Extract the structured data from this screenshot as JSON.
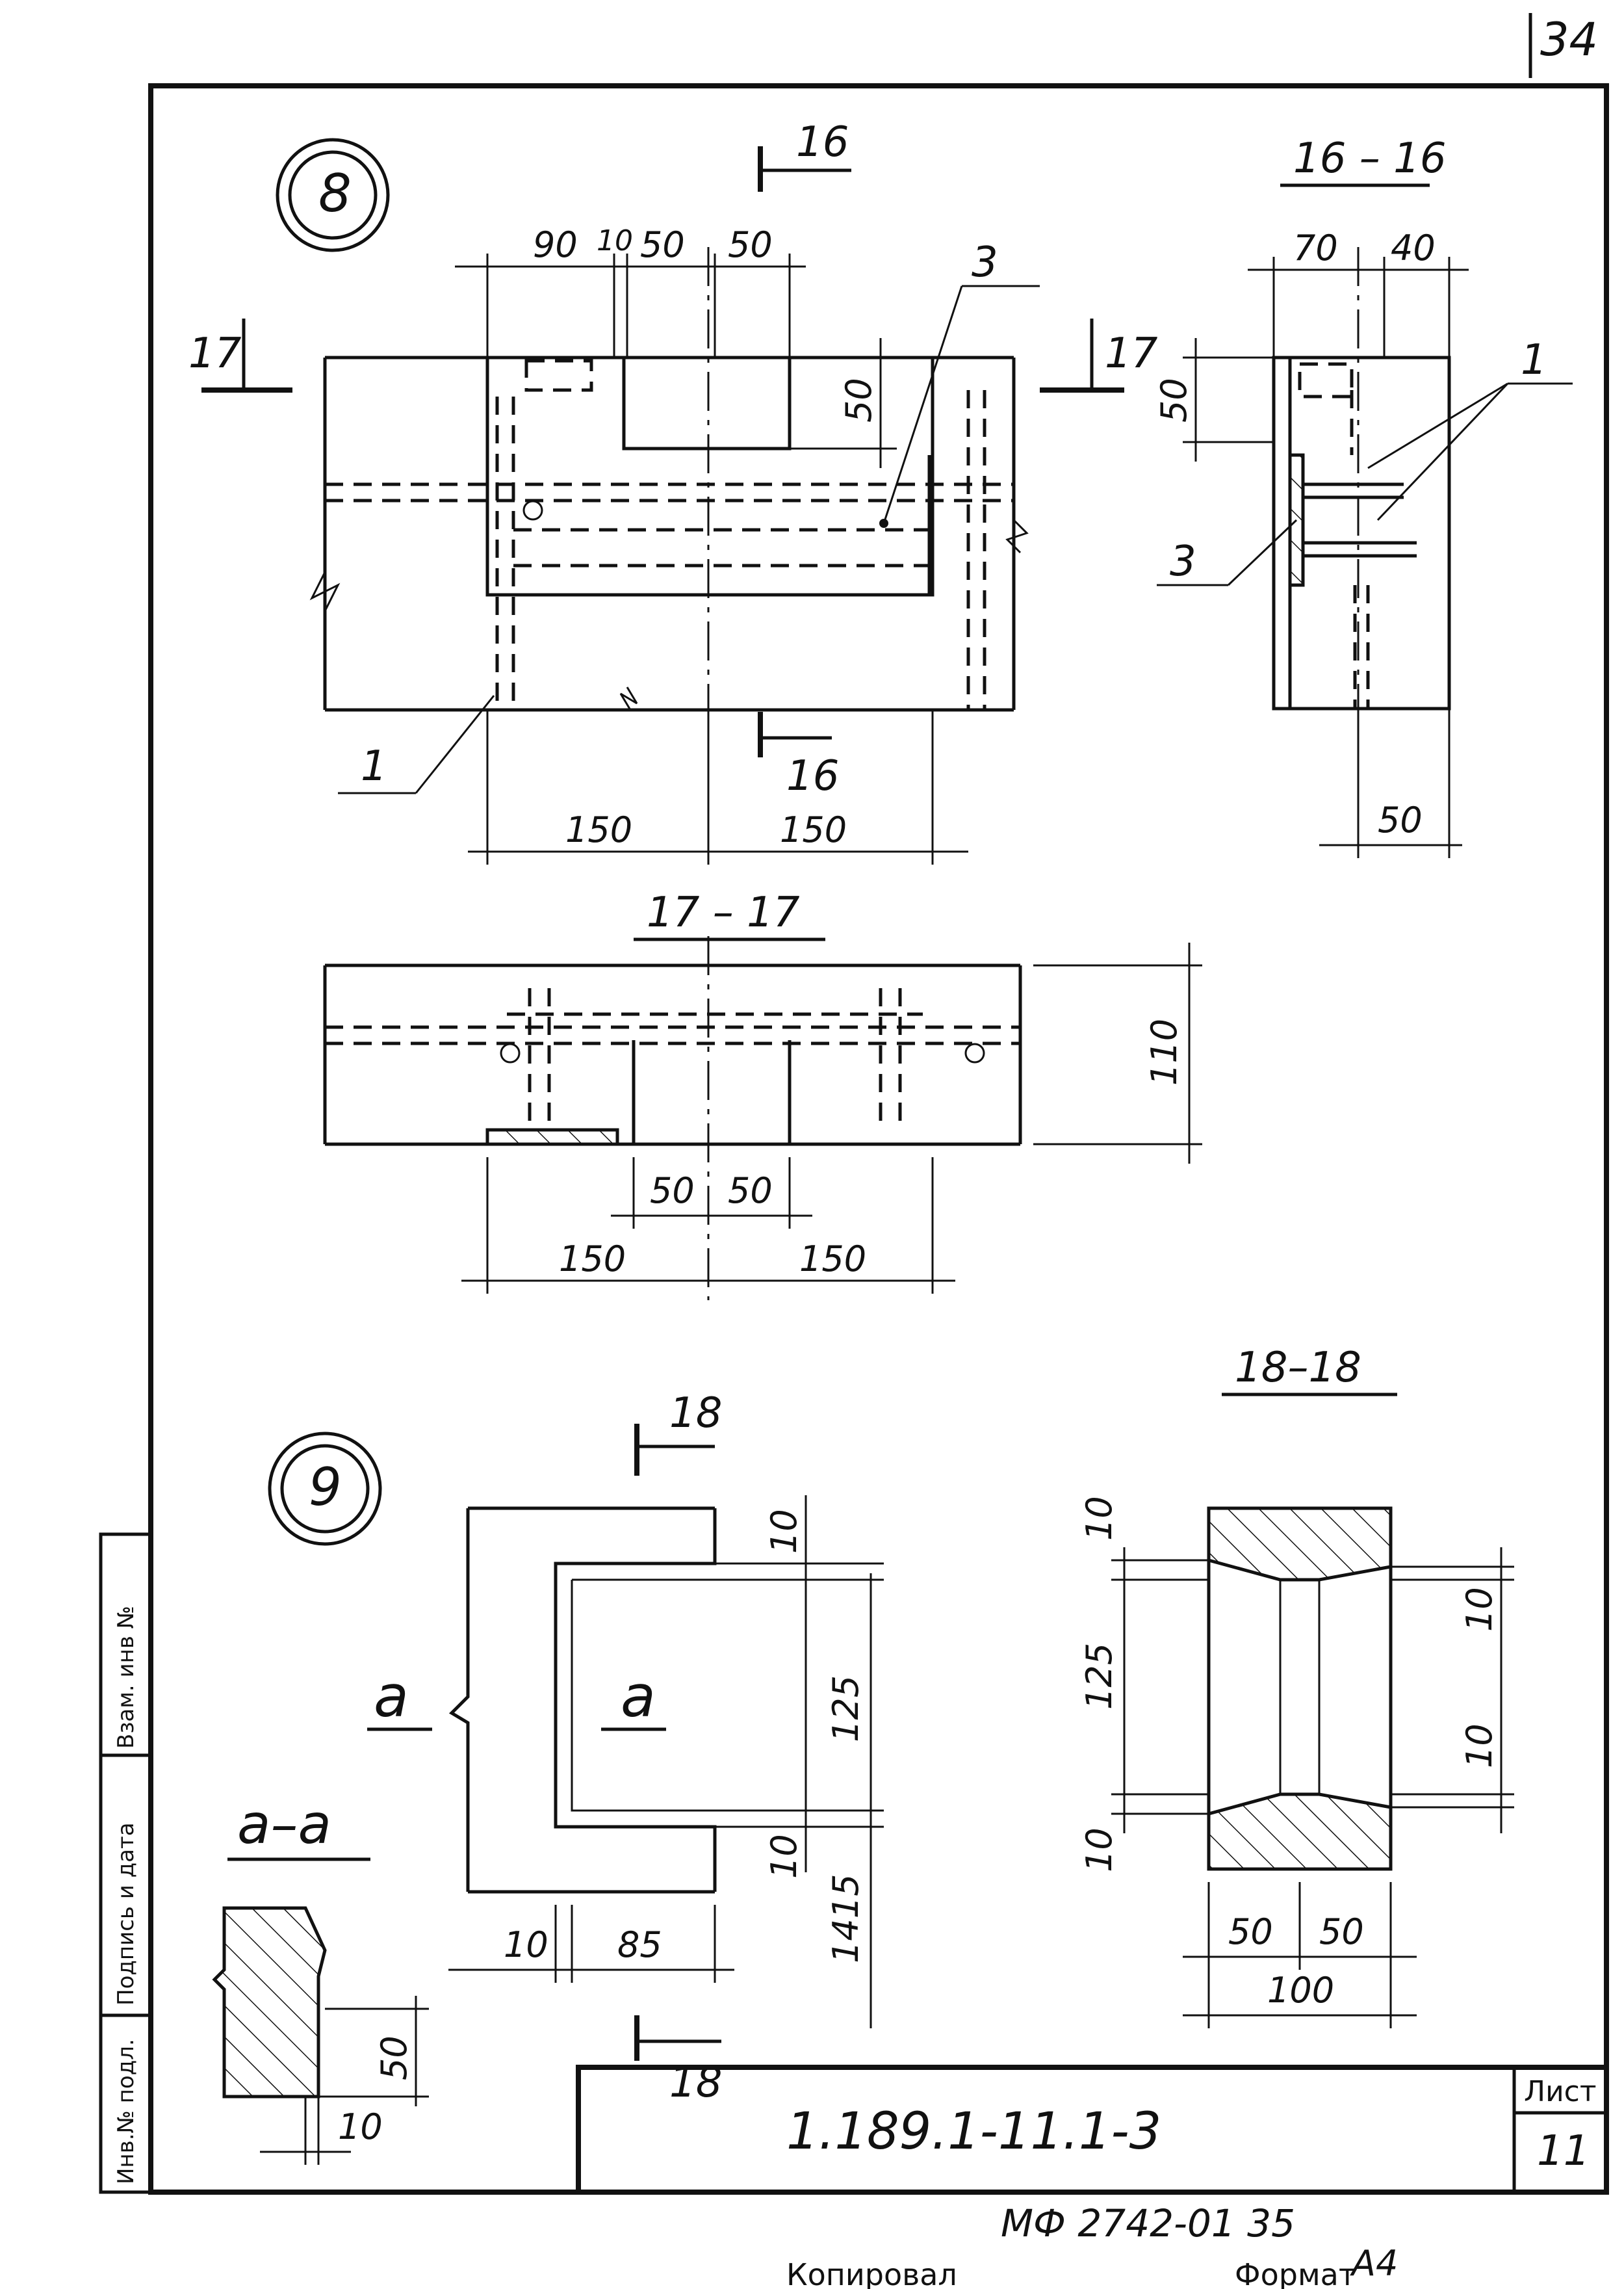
{
  "page_number": "34",
  "detail_8": {
    "circle_label": "8",
    "section_16_top": "16",
    "section_16_bottom": "16",
    "section_17_left": "17",
    "section_17_right": "17",
    "callouts": {
      "part_3": "3",
      "part_1": "1"
    },
    "dims": {
      "d90": "90",
      "d10": "10",
      "d50a": "50",
      "d50b": "50",
      "d50v": "50",
      "d150a": "150",
      "d150b": "150"
    }
  },
  "section_16_16": {
    "title": "16 – 16",
    "dims": {
      "d70": "70",
      "d40": "40",
      "d50v": "50",
      "d50b": "50"
    },
    "callouts": {
      "part_1": "1",
      "part_3": "3"
    }
  },
  "section_17_17": {
    "title": "17 – 17",
    "dims": {
      "d110": "110",
      "d50a": "50",
      "d50b": "50",
      "d150a": "150",
      "d150b": "150"
    }
  },
  "detail_9": {
    "circle_label": "9",
    "section_18_top": "18",
    "section_18_bottom": "18",
    "view_a_left": "a",
    "view_a_inner": "a",
    "dims": {
      "d10a": "10",
      "d125": "125",
      "d10b": "10",
      "d1415": "1415",
      "d10c": "10",
      "d85": "85"
    }
  },
  "section_a_a": {
    "title": "a–a",
    "dims": {
      "d50": "50",
      "d10": "10"
    }
  },
  "section_18_18": {
    "title": "18–18",
    "dims": {
      "d10_tl": "10",
      "d125": "125",
      "d10_bl": "10",
      "d10_tr": "10",
      "d10_br": "10",
      "d50a": "50",
      "d50b": "50",
      "d100": "100"
    }
  },
  "side_stamp": [
    "Инв.№ подл.",
    "Подпись и дата",
    "Взам. инв №"
  ],
  "title_block": {
    "designation": "1.189.1-11.1-3",
    "sheet_label": "Лист",
    "sheet_number": "11"
  },
  "footer": {
    "code": "МФ 2742-01  35",
    "left_text": "Копировал",
    "format_label": "Формат",
    "format_value": "А4"
  }
}
